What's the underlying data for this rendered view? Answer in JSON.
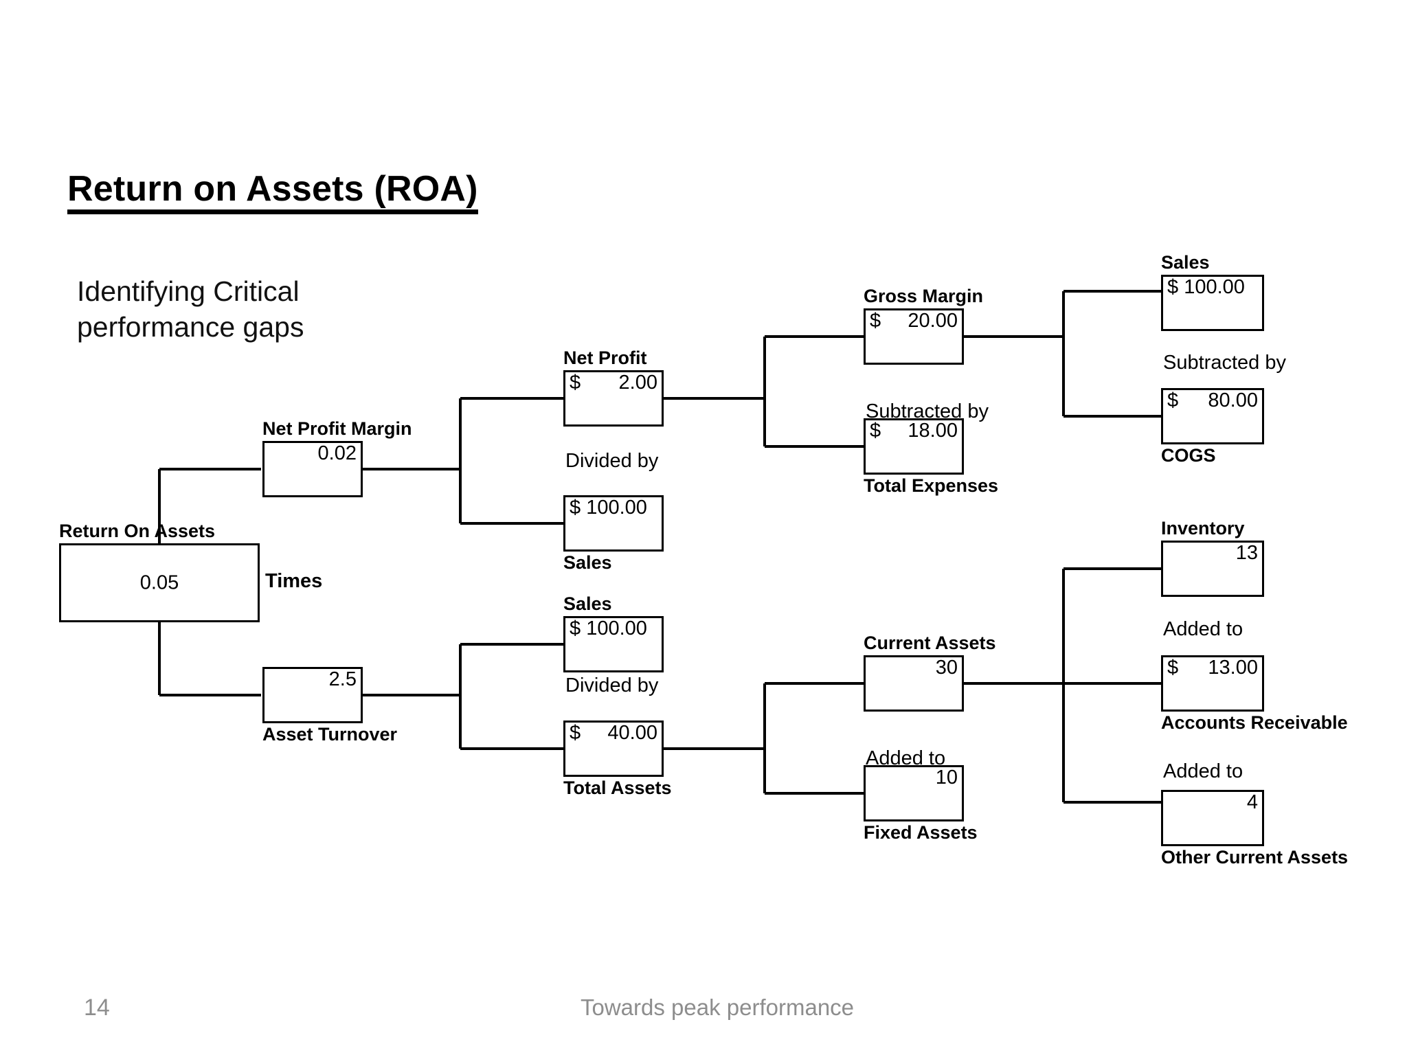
{
  "slide": {
    "title": "Return on Assets (ROA)",
    "subtitle": "Identifying Critical performance gaps",
    "footer_page": "14",
    "footer_tagline": "Towards peak performance"
  },
  "chart_data": {
    "type": "diagram",
    "title": "Return on Assets (ROA)",
    "subtitle": "Identifying Critical performance gaps",
    "nodes": [
      {
        "id": "roa",
        "label": "Return On Assets",
        "label_pos": "above",
        "value": "0.05",
        "currency": "",
        "align": "center"
      },
      {
        "id": "npm",
        "label": "Net Profit Margin",
        "label_pos": "above",
        "value": "0.02",
        "currency": "",
        "align": "right"
      },
      {
        "id": "at",
        "label": "Asset Turnover",
        "label_pos": "below",
        "value": "2.5",
        "currency": "",
        "align": "right"
      },
      {
        "id": "np",
        "label": "Net Profit",
        "label_pos": "above",
        "value": "2.00",
        "currency": "$",
        "align": "spread"
      },
      {
        "id": "sales1",
        "label": "Sales",
        "label_pos": "below",
        "value": "100.00",
        "currency": "$",
        "align": "left"
      },
      {
        "id": "sales2",
        "label": "Sales",
        "label_pos": "above",
        "value": "100.00",
        "currency": "$",
        "align": "left"
      },
      {
        "id": "ta",
        "label": "Total Assets",
        "label_pos": "below",
        "value": "40.00",
        "currency": "$",
        "align": "spread"
      },
      {
        "id": "gm",
        "label": "Gross Margin",
        "label_pos": "above",
        "value": "20.00",
        "currency": "$",
        "align": "spread"
      },
      {
        "id": "te",
        "label": "Total Expenses",
        "label_pos": "below",
        "value": "18.00",
        "currency": "$",
        "align": "spread"
      },
      {
        "id": "ca",
        "label": "Current Assets",
        "label_pos": "above",
        "value": "30",
        "currency": "",
        "align": "right"
      },
      {
        "id": "fa",
        "label": "Fixed Assets",
        "label_pos": "below",
        "value": "10",
        "currency": "",
        "align": "right"
      },
      {
        "id": "sales3",
        "label": "Sales",
        "label_pos": "above",
        "value": "100.00",
        "currency": "$",
        "align": "left"
      },
      {
        "id": "cogs",
        "label": "COGS",
        "label_pos": "below",
        "value": "80.00",
        "currency": "$",
        "align": "spread"
      },
      {
        "id": "inv",
        "label": "Inventory",
        "label_pos": "above",
        "value": "13",
        "currency": "",
        "align": "right"
      },
      {
        "id": "ar",
        "label": "Accounts Receivable",
        "label_pos": "below",
        "value": "13.00",
        "currency": "$",
        "align": "spread"
      },
      {
        "id": "oca",
        "label": "Other Current Assets",
        "label_pos": "below",
        "value": "4",
        "currency": "",
        "align": "right"
      }
    ],
    "operators": [
      {
        "id": "op-times",
        "text": "Times",
        "relates": "roa"
      },
      {
        "id": "op-div-1",
        "text": "Divided by",
        "relates": "np/sales1"
      },
      {
        "id": "op-div-2",
        "text": "Divided by",
        "relates": "sales2/ta"
      },
      {
        "id": "op-sub-1",
        "text": "Subtracted by",
        "relates": "gm/te"
      },
      {
        "id": "op-sub-2",
        "text": "Subtracted by",
        "relates": "sales3/cogs"
      },
      {
        "id": "op-add-1",
        "text": "Added to",
        "relates": "ca/fa"
      },
      {
        "id": "op-add-2",
        "text": "Added to",
        "relates": "inv/ar"
      },
      {
        "id": "op-add-3",
        "text": "Added to",
        "relates": "ar/oca"
      }
    ]
  },
  "nodes": {
    "roa": {
      "label": "Return On Assets",
      "currency": "",
      "value": "0.05"
    },
    "npm": {
      "label": "Net Profit Margin",
      "currency": "",
      "value": "0.02"
    },
    "at": {
      "label": "Asset Turnover",
      "currency": "",
      "value": "2.5"
    },
    "np": {
      "label": "Net Profit",
      "currency": "$",
      "value": "2.00"
    },
    "sales1": {
      "label": "Sales",
      "currency": "$",
      "value": "100.00"
    },
    "sales2": {
      "label": "Sales",
      "currency": "$",
      "value": "100.00"
    },
    "ta": {
      "label": "Total Assets",
      "currency": "$",
      "value": "40.00"
    },
    "gm": {
      "label": "Gross Margin",
      "currency": "$",
      "value": "20.00"
    },
    "te": {
      "label": "Total Expenses",
      "currency": "$",
      "value": "18.00"
    },
    "ca": {
      "label": "Current Assets",
      "currency": "",
      "value": "30"
    },
    "fa": {
      "label": "Fixed Assets",
      "currency": "",
      "value": "10"
    },
    "sales3": {
      "label": "Sales",
      "currency": "$",
      "value": "100.00"
    },
    "cogs": {
      "label": "COGS",
      "currency": "$",
      "value": "80.00"
    },
    "inv": {
      "label": "Inventory",
      "currency": "",
      "value": "13"
    },
    "ar": {
      "label": "Accounts Receivable",
      "currency": "$",
      "value": "13.00"
    },
    "oca": {
      "label": "Other Current Assets",
      "currency": "",
      "value": "4"
    }
  },
  "operators": {
    "times": "Times",
    "div1": "Divided by",
    "div2": "Divided by",
    "sub1": "Subtracted by",
    "sub2": "Subtracted by",
    "add1": "Added to",
    "add2": "Added to",
    "add3": "Added to"
  }
}
